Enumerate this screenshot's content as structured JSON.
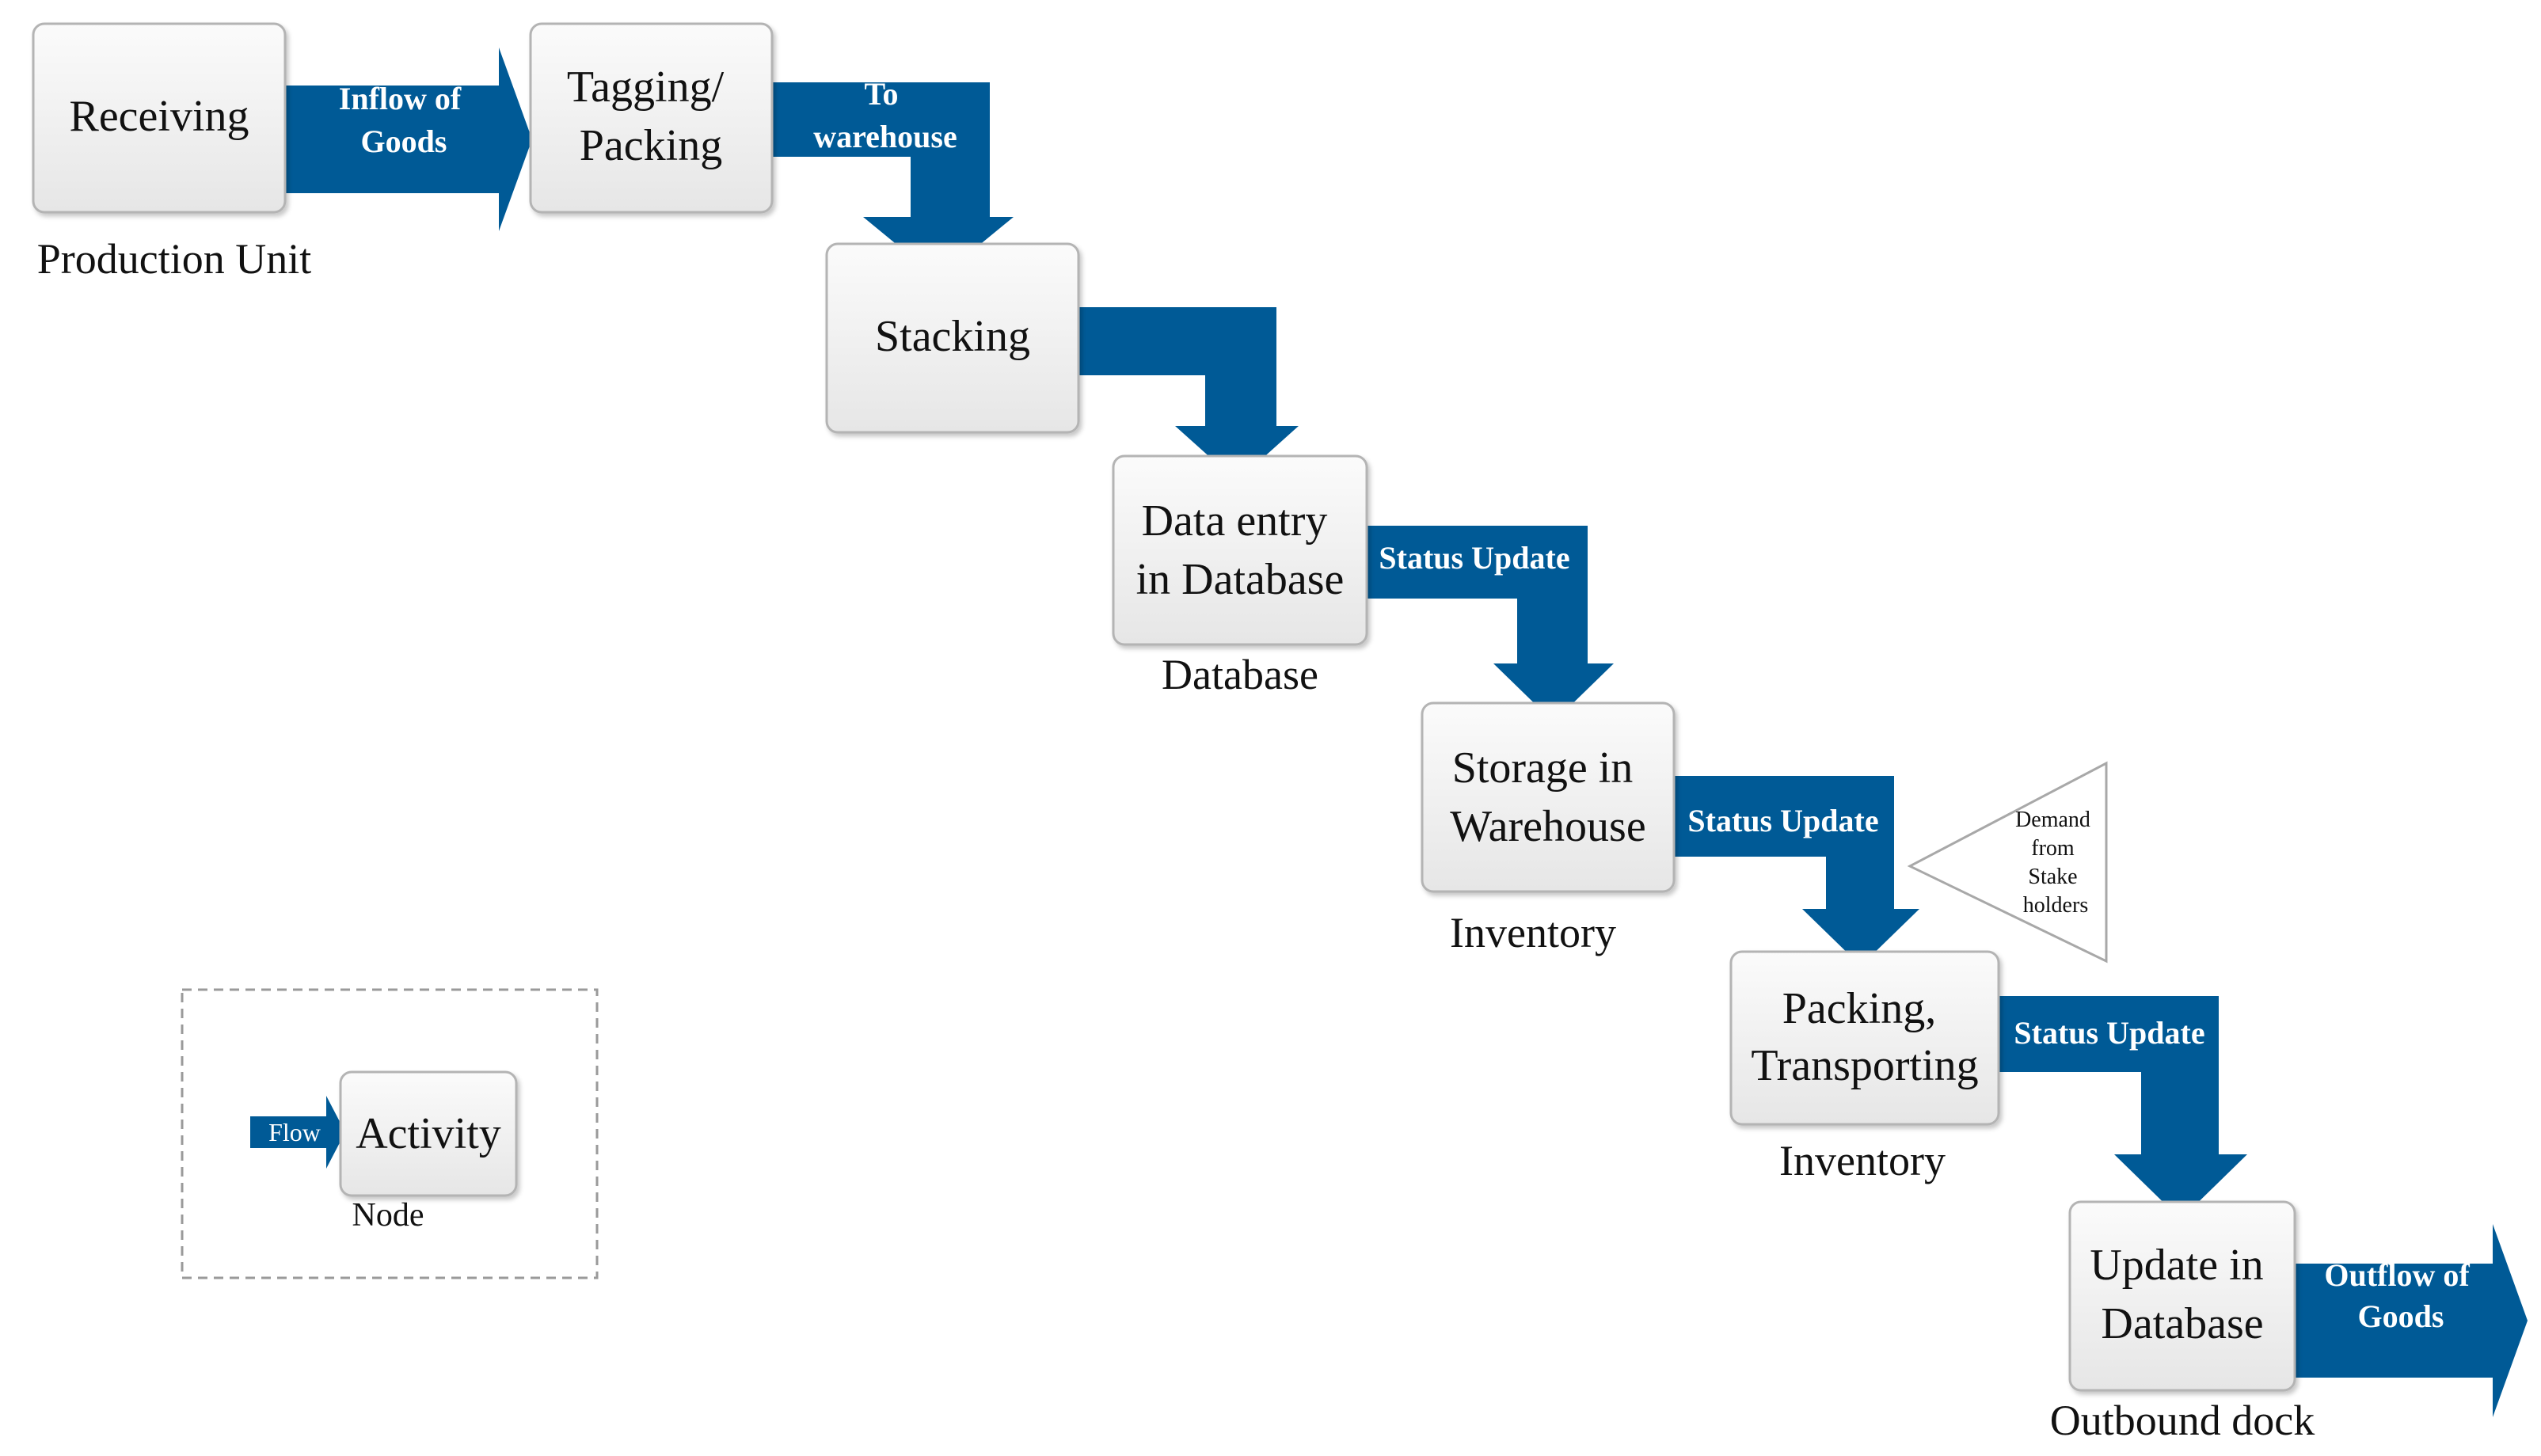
{
  "colors": {
    "arrow": "#005a96",
    "box_top": "#fbfbfb",
    "box_bottom": "#e6e6e6",
    "box_border": "#b4b4b4",
    "legend_border": "#9a9a9a"
  },
  "nodes": [
    {
      "id": "receiving",
      "lines": [
        "Receiving"
      ],
      "caption": "Production Unit"
    },
    {
      "id": "tagging",
      "lines": [
        "Tagging/",
        "Packing"
      ],
      "caption": ""
    },
    {
      "id": "stacking",
      "lines": [
        "Stacking"
      ],
      "caption": ""
    },
    {
      "id": "data-entry",
      "lines": [
        "Data entry",
        "in Database"
      ],
      "caption": "Database"
    },
    {
      "id": "storage",
      "lines": [
        "Storage in",
        "Warehouse"
      ],
      "caption": "Inventory"
    },
    {
      "id": "packing",
      "lines": [
        "Packing,",
        "Transporting"
      ],
      "caption": "Inventory"
    },
    {
      "id": "update",
      "lines": [
        "Update in",
        "Database"
      ],
      "caption": "Outbound dock"
    }
  ],
  "flows": [
    {
      "id": "inflow",
      "lines": [
        "Inflow of",
        "Goods"
      ]
    },
    {
      "id": "to-warehouse",
      "lines": [
        "To",
        "warehouse"
      ]
    },
    {
      "id": "stack-to-data",
      "lines": []
    },
    {
      "id": "status-1",
      "lines": [
        "Status Update"
      ]
    },
    {
      "id": "status-2",
      "lines": [
        "Status  Update"
      ]
    },
    {
      "id": "status-3",
      "lines": [
        "Status  Update"
      ]
    },
    {
      "id": "outflow",
      "lines": [
        "Outflow of",
        "Goods"
      ]
    }
  ],
  "demand": {
    "lines": [
      "Demand",
      "from",
      "Stake",
      "holders"
    ]
  },
  "legend": {
    "flow_label": "Flow",
    "activity_label": "Activity",
    "node_label": "Node"
  }
}
